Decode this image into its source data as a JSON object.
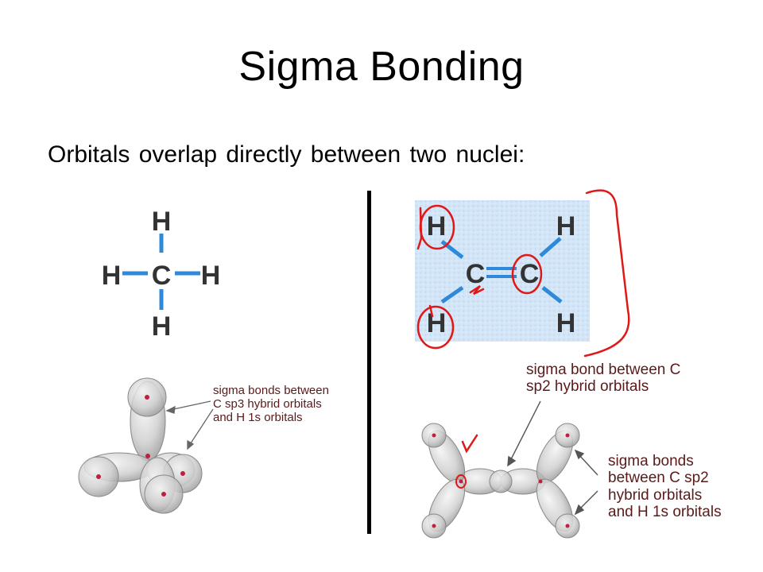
{
  "slide": {
    "title": "Sigma Bonding",
    "subtitle": "Orbitals overlap directly between two nuclei:"
  },
  "methane": {
    "atoms": {
      "top": "H",
      "left": "H",
      "center": "C",
      "right": "H",
      "bottom": "H"
    },
    "bond_color": "#2e8ad8",
    "annotation": [
      "sigma bonds between",
      "C sp3 hybrid orbitals",
      "and H 1s orbitals"
    ]
  },
  "ethene": {
    "atoms": {
      "h_top_left": "H",
      "c_left": "C",
      "c_right": "C",
      "h_top_right": "H",
      "h_bottom_left": "H",
      "h_bottom_right": "H"
    },
    "panel_color": "#cfe3f6",
    "annotation_cc": [
      "sigma bond between C",
      "sp2 hybrid orbitals"
    ],
    "annotation_ch": [
      "sigma bonds",
      "between C sp2",
      "hybrid orbitals",
      "and H 1s orbitals"
    ]
  },
  "colors": {
    "ink_red": "#e01818",
    "label_brown": "#5a1a1a",
    "orbital_fill": "#c8c8c8",
    "nucleus": "#c02040"
  }
}
